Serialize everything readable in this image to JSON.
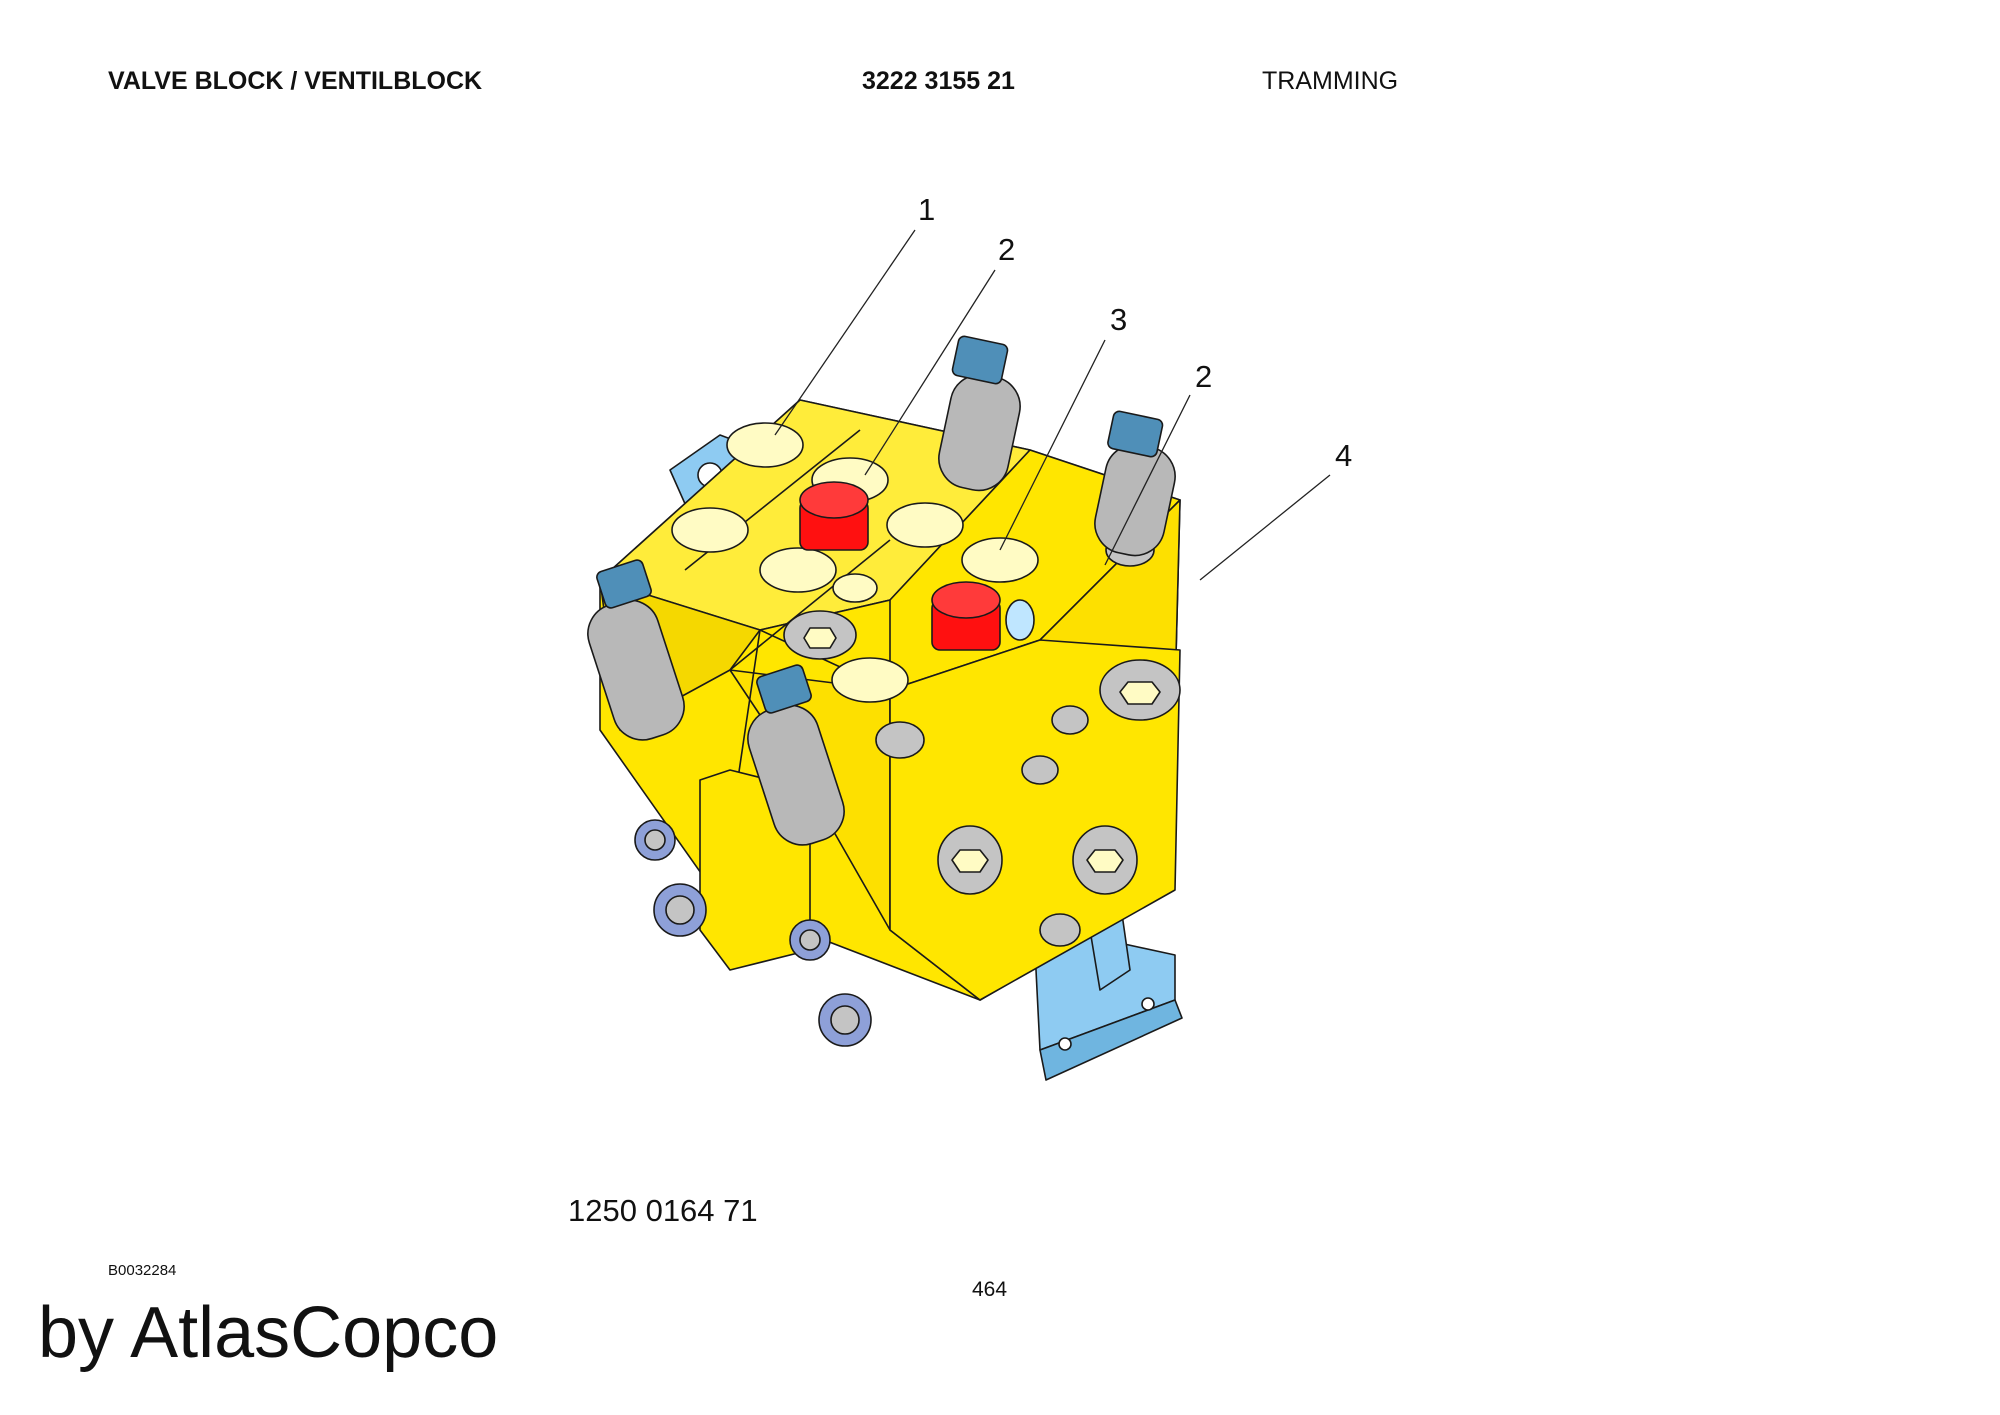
{
  "header": {
    "title": "VALVE BLOCK / VENTILBLOCK",
    "part_number": "3222 3155 21",
    "section": "TRAMMING"
  },
  "drawing": {
    "drawing_number": "1250 0164 71",
    "callouts": [
      "1",
      "2",
      "3",
      "2",
      "4"
    ]
  },
  "footer": {
    "reference": "B0032284",
    "page_number": "464",
    "brand": "by AtlasCopco"
  },
  "colors": {
    "body_yellow": "#ffe600",
    "port_cream": "#fffbc4",
    "plug_red": "#ff1010",
    "bracket_blue": "#8ecbf2",
    "connector_blue": "#4f8fb8",
    "solenoid_gray": "#b8b8b8"
  }
}
